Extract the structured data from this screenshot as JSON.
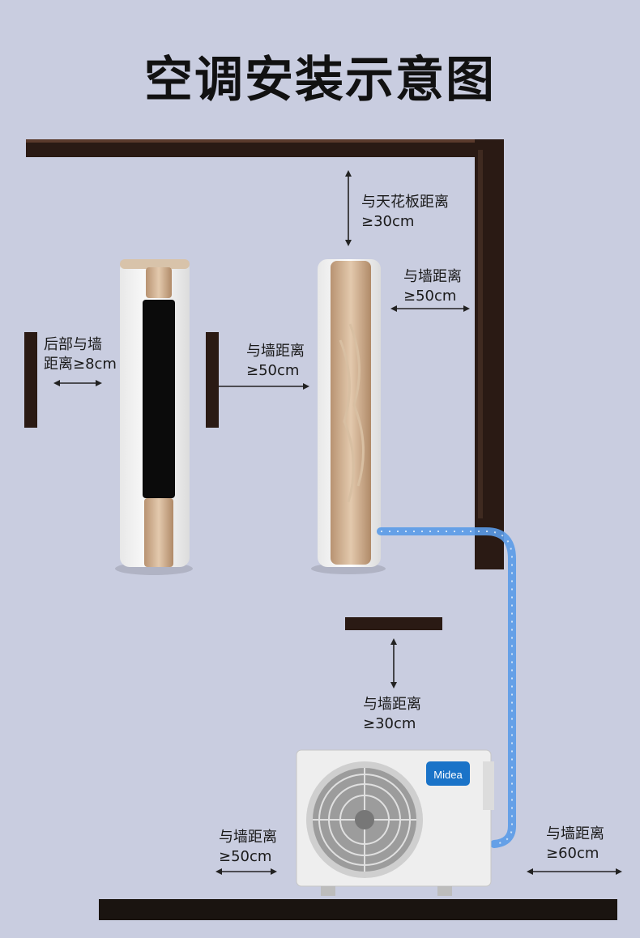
{
  "title": "空调安装示意图",
  "brand": "Midea",
  "labels": {
    "ceiling": [
      "与天花板距离",
      "≥30cm"
    ],
    "side_wall_right": [
      "与墙距离",
      "≥50cm"
    ],
    "back_wall": [
      "后部与墙",
      "距离≥8cm"
    ],
    "side_wall_left": [
      "与墙距离",
      "≥50cm"
    ],
    "outdoor_front": [
      "与墙距离",
      "≥30cm"
    ],
    "outdoor_left": [
      "与墙距离",
      "≥50cm"
    ],
    "outdoor_right": [
      "与墙距离",
      "≥60cm"
    ]
  },
  "colors": {
    "background": "#c9cde0",
    "wall": "#2a1a14",
    "pipe": "#5a9be8",
    "accent": "#1a73c8",
    "gold": "#c9a882"
  }
}
